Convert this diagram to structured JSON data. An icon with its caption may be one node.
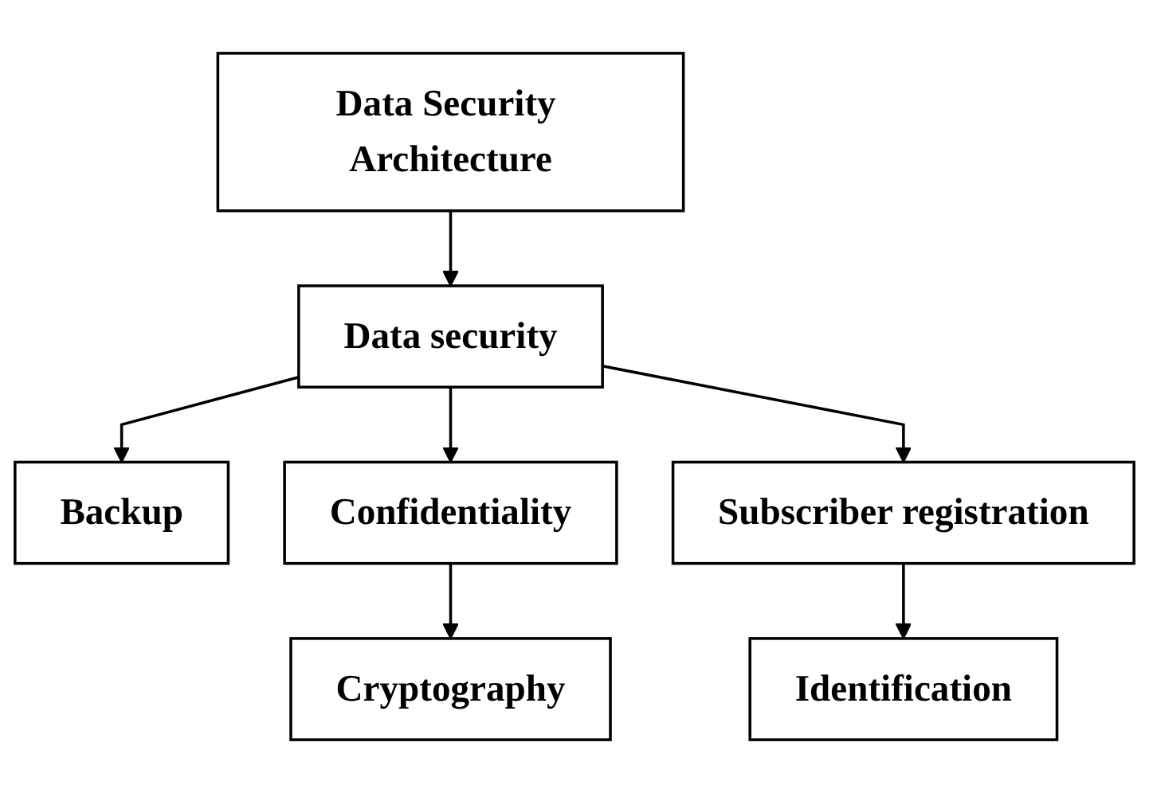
{
  "diagram": {
    "nodes": [
      {
        "text": [
          "Data Security Architecture"
        ]
      },
      {
        "text": [
          "Data security"
        ]
      },
      {
        "text": [
          "Backup"
        ]
      },
      {
        "text": [
          "Confidentiality"
        ]
      },
      {
        "text": [
          "Subscriber registration"
        ]
      },
      {
        "text": [
          "Cryptography"
        ]
      },
      {
        "text": [
          "Identification"
        ]
      }
    ],
    "edges": [
      {
        "from": 0,
        "to": 1,
        "arrow": "to"
      },
      {
        "from": 1,
        "to": 2,
        "arrow": "to"
      },
      {
        "from": 1,
        "to": 3,
        "arrow": "to"
      },
      {
        "from": 1,
        "to": 4,
        "arrow": "to"
      },
      {
        "from": 3,
        "to": 5,
        "arrow": "to"
      },
      {
        "from": 4,
        "to": 6,
        "arrow": "to"
      }
    ]
  }
}
